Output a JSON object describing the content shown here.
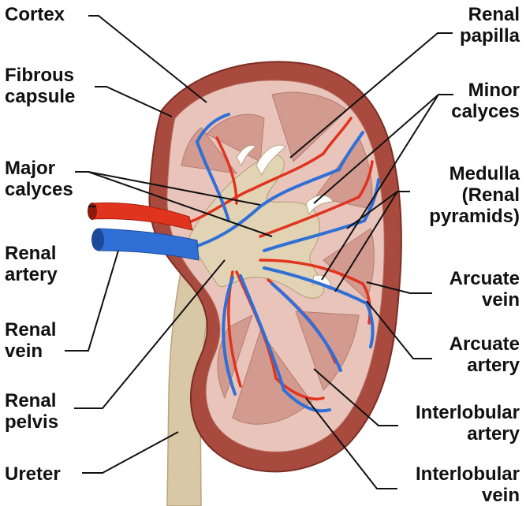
{
  "colors": {
    "capsule": "#a84a3e",
    "cortex": "#e9c4bb",
    "pyramid": "#d39a90",
    "pelvis": "#e3d3b5",
    "ureter": "#d9c8a6",
    "artery": "#e0341f",
    "vein": "#2f6fd6",
    "leader": "#111111"
  },
  "labels": {
    "cortex": [
      "Cortex"
    ],
    "fibrous_capsule": [
      "Fibrous",
      "capsule"
    ],
    "major_calyces": [
      "Major",
      "calyces"
    ],
    "renal_artery": [
      "Renal",
      "artery"
    ],
    "renal_vein": [
      "Renal",
      "vein"
    ],
    "renal_pelvis": [
      "Renal",
      "pelvis"
    ],
    "ureter": [
      "Ureter"
    ],
    "renal_papilla": [
      "Renal",
      "papilla"
    ],
    "minor_calyces": [
      "Minor",
      "calyces"
    ],
    "medulla": [
      "Medulla",
      "(Renal",
      "pyramids)"
    ],
    "arcuate_vein": [
      "Arcuate",
      "vein"
    ],
    "arcuate_artery": [
      "Arcuate",
      "artery"
    ],
    "interlobular_artery": [
      "Interlobular",
      "artery"
    ],
    "interlobular_vein": [
      "Interlobular",
      "vein"
    ]
  }
}
